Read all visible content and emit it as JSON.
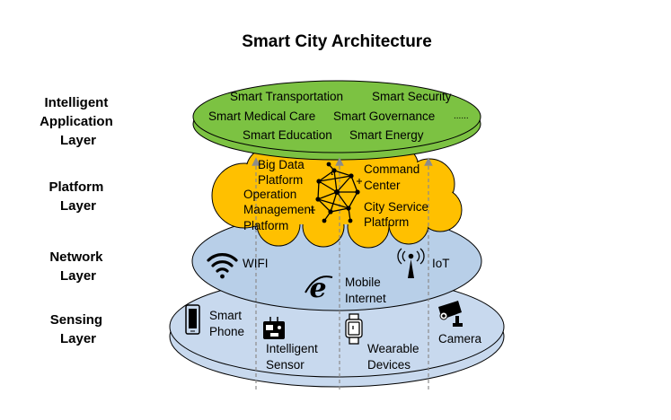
{
  "title": "Smart City Architecture",
  "layers": {
    "application": {
      "label_lines": [
        "Intelligent",
        "Application",
        "Layer"
      ]
    },
    "platform": {
      "label_lines": [
        "Platform",
        "Layer"
      ]
    },
    "network": {
      "label_lines": [
        "Network",
        "Layer"
      ]
    },
    "sensing": {
      "label_lines": [
        "Sensing",
        "Layer"
      ]
    }
  },
  "application_items": {
    "transportation": "Smart Transportation",
    "security": "Smart Security",
    "medical": "Smart Medical Care",
    "governance": "Smart Governance",
    "education": "Smart Education",
    "energy": "Smart Energy",
    "ellipsis": "......"
  },
  "platform_items": {
    "big_data": [
      "Big Data",
      "Platform"
    ],
    "operation": [
      "Operation",
      "Management",
      "Platform"
    ],
    "command": [
      "Command",
      "Center"
    ],
    "city_service": [
      "City Service",
      "Platform"
    ]
  },
  "network_items": {
    "wifi": "WIFI",
    "iot": "IoT",
    "mobile": [
      "Mobile",
      "Internet"
    ]
  },
  "sensing_items": {
    "phone": [
      "Smart",
      "Phone"
    ],
    "sensor": [
      "Intelligent",
      "Sensor"
    ],
    "wearable": [
      "Wearable",
      "Devices"
    ],
    "camera": "Camera"
  },
  "icons": {
    "platform": "network-brain-icon",
    "wifi": "wifi-icon",
    "iot": "antenna-icon",
    "mobile": "internet-explorer-icon",
    "phone": "smartphone-icon",
    "sensor": "sensor-icon",
    "wearable": "smartwatch-icon",
    "camera": "cctv-camera-icon"
  },
  "colors": {
    "application_fill": "#7cc242",
    "platform_fill": "#ffc000",
    "network_fill": "#b8cfe8",
    "sensing_fill": "#c8d9ee",
    "outline": "#000000",
    "arrow": "#8c8c8c"
  }
}
